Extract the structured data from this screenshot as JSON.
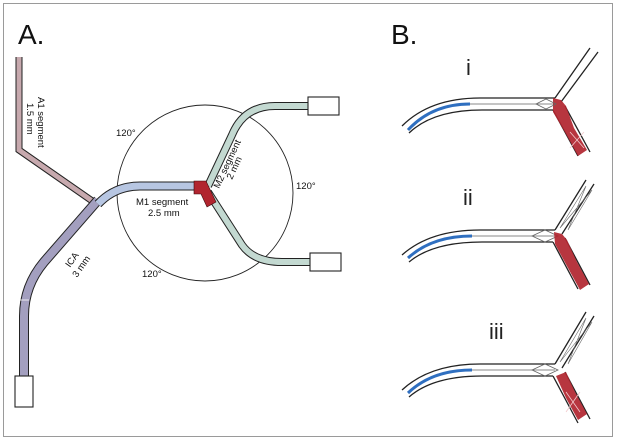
{
  "panels": {
    "a": {
      "letter": "A."
    },
    "b": {
      "letter": "B."
    }
  },
  "labels": {
    "a1_name": "A1 segment",
    "a1_size": "1.5 mm",
    "ica_name": "ICA",
    "ica_size": "3 mm",
    "m1_name": "M1 segment",
    "m1_size": "2.5 mm",
    "m2_name": "M2 segment",
    "m2_size": "2 mm",
    "angle_top": "120°",
    "angle_right": "120°",
    "angle_bottom": "120°"
  },
  "steps": [
    "i",
    "ii",
    "iii"
  ],
  "colors": {
    "a1": "#c7a9ae",
    "ica": "#a39fbf",
    "m1": "#b7c6e2",
    "m2": "#c3d9d1",
    "occlusion": "#b1252f",
    "microcatheter": "#2f6fc0",
    "outline": "#222222"
  }
}
